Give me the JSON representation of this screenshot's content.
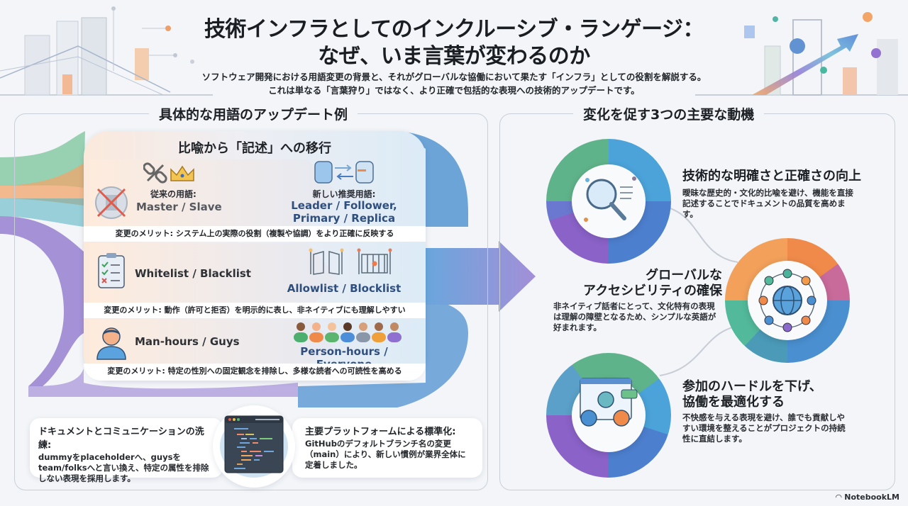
{
  "header": {
    "title_line1": "技術インフラとしてのインクルーシブ・ランゲージ：",
    "title_line2": "なぜ、いま言葉が変わるのか",
    "subtitle_line1": "ソフトウェア開発における用語変更の背景と、それがグローバルな協働において果たす「インフラ」としての役割を解説する。",
    "subtitle_line2": "これは単なる「言葉狩り」ではなく、より正確で包括的な表現への技術的アップデートです。"
  },
  "left_panel": {
    "heading": "具体的な用語のアップデート例",
    "card_title": "比喩から「記述」への移行",
    "rows": [
      {
        "old_label": "従来の用語:",
        "old_term": "Master / Slave",
        "new_label": "新しい推奨用語:",
        "new_term_line1": "Leader / Follower,",
        "new_term_line2": "Primary / Replica",
        "merit": "変更のメリット: システム上の実際の役割（複製や協調）をより正確に反映する",
        "old_icon": "crossed-out-master-icon",
        "new_icon": "database-sync-icon"
      },
      {
        "old_term": "Whitelist / Blacklist",
        "new_term_line1": "Allowlist / Blocklist",
        "merit": "変更のメリット: 動作（許可と拒否）を明示的に表し、非ネイティブにも理解しやすい",
        "old_icon": "checklist-icon",
        "new_icon": "gate-icon"
      },
      {
        "old_term": "Man-hours / Guys",
        "new_term_line1": "Person-hours / Everyone",
        "merit": "変更のメリット: 特定の性別への固定観念を排除し、多様な読者への可読性を高める",
        "old_icon": "person-icon",
        "new_icon": "diverse-group-icon"
      }
    ],
    "bottom_cards": [
      {
        "title": "ドキュメントとコミュニケーションの洗練:",
        "body": "dummyをplaceholderへ、guysをteam/folksへと言い換え、特定の属性を排除しない表現を採用します。"
      },
      {
        "title": "主要プラットフォームによる標準化:",
        "body": "GitHubのデフォルトブランチ名の変更（main）により、新しい慣例が業界全体に定着しました。"
      }
    ]
  },
  "right_panel": {
    "heading": "変化を促す3つの主要な動機",
    "motives": [
      {
        "title": "技術的な明確さと正確さの向上",
        "body": "曖昧な歴史的・文化的比喩を避け、機能を直接記述することでドキュメントの品質を高めます。",
        "icon": "magnifier-icon"
      },
      {
        "title_line1": "グローバルな",
        "title_line2": "アクセシビリティの確保",
        "body": "非ネイティブ話者にとって、文化特有の表現は理解の障壁となるため、シンプルな英語が好まれます。",
        "icon": "global-network-icon"
      },
      {
        "title_line1": "参加のハードルを下げ、",
        "title_line2": "協働を最適化する",
        "body": "不快感を与える表現を避け、誰でも貢献しやすい環境を整えることがプロジェクトの持続性に直結します。",
        "icon": "collaboration-icon"
      }
    ]
  },
  "brand": "NotebookLM",
  "colors": {
    "green": "#5fb38a",
    "blue": "#4a90d0",
    "purple": "#7b68c8",
    "orange": "#ee8a4a",
    "term_blue": "#2f4f7e"
  }
}
